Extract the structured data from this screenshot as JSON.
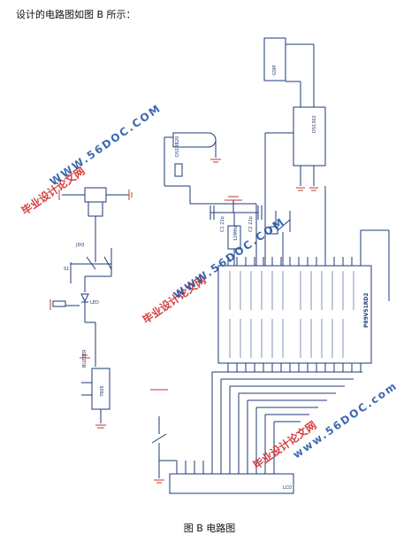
{
  "intro_text": "设计的电路图如图 B 所示：",
  "caption": "图 B  电路图",
  "watermark_cn": "毕业设计论文网",
  "watermark_url": "www.56DOC.com",
  "watermark_url_upper": "WWW.56DOC.COM",
  "labels": {
    "mcu_name": "P89V51RD2",
    "rtc_chip": "DS1302",
    "crystal_label": "12MHz",
    "sensor_label": "DS18B20",
    "module_label": "GSM",
    "lcd_label": "LCD",
    "cap_c1": "C1 22p",
    "cap_c2": "C2 22p",
    "relay_label": "JDQ",
    "buzzer_label": "BUZZER",
    "regulator_label": "7805",
    "led_label": "LED",
    "switch_label": "S1"
  }
}
